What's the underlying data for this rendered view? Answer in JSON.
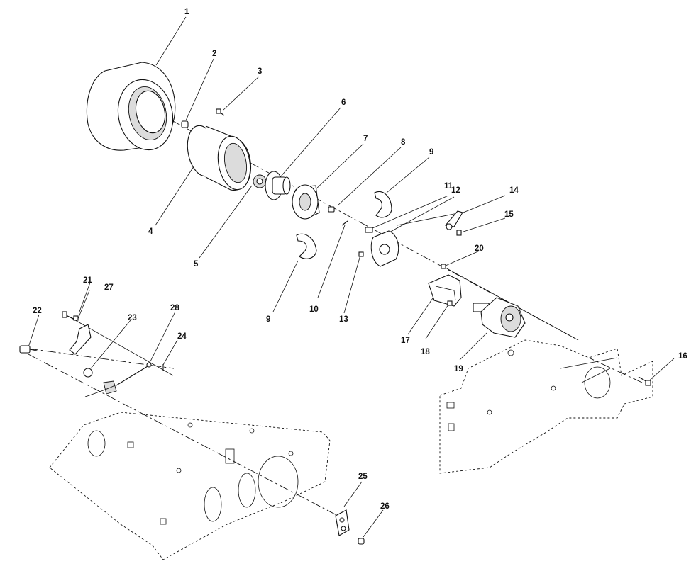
{
  "diagram": {
    "callouts": [
      "1",
      "2",
      "3",
      "4",
      "5",
      "6",
      "7",
      "8",
      "9",
      "9",
      "10",
      "11",
      "12",
      "13",
      "14",
      "15",
      "16",
      "17",
      "18",
      "19",
      "20",
      "21",
      "22",
      "23",
      "24",
      "25",
      "26",
      "27",
      "28"
    ]
  }
}
